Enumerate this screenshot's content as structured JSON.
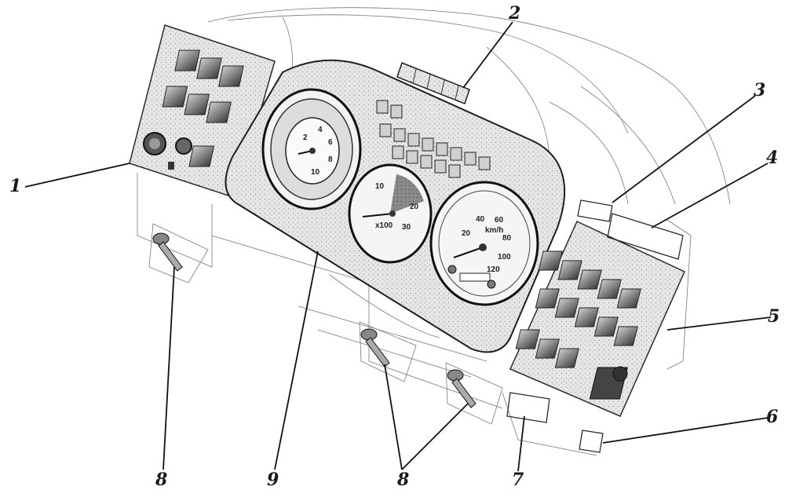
{
  "diagram": {
    "callouts": [
      {
        "id": "c1",
        "label": "1"
      },
      {
        "id": "c2",
        "label": "2"
      },
      {
        "id": "c3",
        "label": "3"
      },
      {
        "id": "c4",
        "label": "4"
      },
      {
        "id": "c5",
        "label": "5"
      },
      {
        "id": "c6",
        "label": "6"
      },
      {
        "id": "c7",
        "label": "7"
      },
      {
        "id": "c8a",
        "label": "8"
      },
      {
        "id": "c8b",
        "label": "8"
      },
      {
        "id": "c9",
        "label": "9"
      }
    ],
    "tachometer": {
      "scale": [
        "10",
        "20",
        "30"
      ],
      "unit": "x100"
    },
    "speedometer": {
      "scale": [
        "20",
        "40",
        "60",
        "80",
        "100",
        "120"
      ],
      "unit": "km/h"
    },
    "combo_gauge": {
      "scale": [
        "2",
        "4",
        "6",
        "8",
        "10"
      ]
    }
  }
}
